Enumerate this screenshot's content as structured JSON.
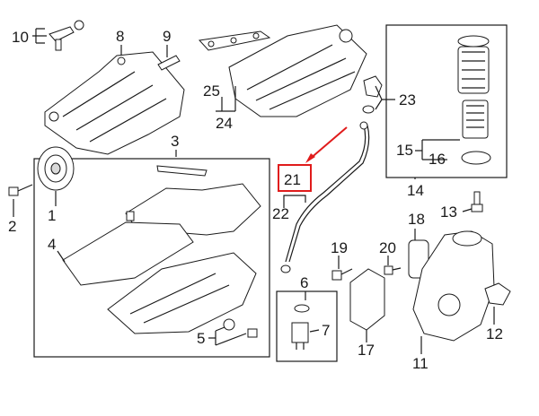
{
  "callouts": {
    "c1": "1",
    "c2": "2",
    "c3": "3",
    "c4": "4",
    "c5": "5",
    "c6": "6",
    "c7": "7",
    "c8": "8",
    "c9": "9",
    "c10": "10",
    "c11": "11",
    "c12": "12",
    "c13": "13",
    "c14": "14",
    "c15": "15",
    "c16": "16",
    "c17": "17",
    "c18": "18",
    "c19": "19",
    "c20": "20",
    "c21": "21",
    "c22": "22",
    "c23": "23",
    "c24": "24",
    "c25": "25"
  },
  "highlight": {
    "callout": "c21",
    "color": "#e01b1b"
  }
}
